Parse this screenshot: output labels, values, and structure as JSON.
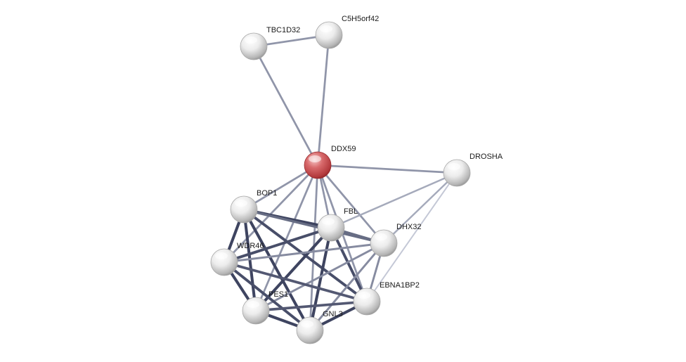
{
  "network": {
    "center_protein": "DDX59",
    "nodes": [
      {
        "id": "TBC1D32",
        "label": "TBC1D32",
        "color": "#d9d9d9"
      },
      {
        "id": "C5H5orf42",
        "label": "C5H5orf42",
        "color": "#d9d9d9"
      },
      {
        "id": "DDX59",
        "label": "DDX59",
        "color": "#c9474a"
      },
      {
        "id": "DROSHA",
        "label": "DROSHA",
        "color": "#d9d9d9"
      },
      {
        "id": "BOP1",
        "label": "BOP1",
        "color": "#d9d9d9"
      },
      {
        "id": "FBL",
        "label": "FBL",
        "color": "#d9d9d9"
      },
      {
        "id": "DHX32",
        "label": "DHX32",
        "color": "#d9d9d9"
      },
      {
        "id": "WDR46",
        "label": "WDR46",
        "color": "#d9d9d9"
      },
      {
        "id": "EBNA1BP2",
        "label": "EBNA1BP2",
        "color": "#d9d9d9"
      },
      {
        "id": "PES1",
        "label": "PES1",
        "color": "#d9d9d9"
      },
      {
        "id": "GNL3",
        "label": "GNL3",
        "color": "#d9d9d9"
      }
    ],
    "edges": [
      {
        "source": "TBC1D32",
        "target": "C5H5orf42",
        "strength": 0.55
      },
      {
        "source": "TBC1D32",
        "target": "DDX59",
        "strength": 0.55
      },
      {
        "source": "C5H5orf42",
        "target": "DDX59",
        "strength": 0.55
      },
      {
        "source": "DDX59",
        "target": "DROSHA",
        "strength": 0.55
      },
      {
        "source": "DDX59",
        "target": "BOP1",
        "strength": 0.55
      },
      {
        "source": "DDX59",
        "target": "FBL",
        "strength": 0.55
      },
      {
        "source": "DDX59",
        "target": "DHX32",
        "strength": 0.55
      },
      {
        "source": "DDX59",
        "target": "WDR46",
        "strength": 0.55
      },
      {
        "source": "DDX59",
        "target": "PES1",
        "strength": 0.55
      },
      {
        "source": "DDX59",
        "target": "GNL3",
        "strength": 0.55
      },
      {
        "source": "DDX59",
        "target": "EBNA1BP2",
        "strength": 0.55
      },
      {
        "source": "DROSHA",
        "target": "FBL",
        "strength": 0.45
      },
      {
        "source": "DROSHA",
        "target": "DHX32",
        "strength": 0.45
      },
      {
        "source": "DROSHA",
        "target": "EBNA1BP2",
        "strength": 0.3
      },
      {
        "source": "BOP1",
        "target": "FBL",
        "strength": 0.95
      },
      {
        "source": "BOP1",
        "target": "DHX32",
        "strength": 0.75
      },
      {
        "source": "BOP1",
        "target": "WDR46",
        "strength": 0.95
      },
      {
        "source": "BOP1",
        "target": "PES1",
        "strength": 0.95
      },
      {
        "source": "BOP1",
        "target": "GNL3",
        "strength": 0.95
      },
      {
        "source": "BOP1",
        "target": "EBNA1BP2",
        "strength": 0.9
      },
      {
        "source": "FBL",
        "target": "DHX32",
        "strength": 0.75
      },
      {
        "source": "FBL",
        "target": "WDR46",
        "strength": 0.9
      },
      {
        "source": "FBL",
        "target": "PES1",
        "strength": 0.95
      },
      {
        "source": "FBL",
        "target": "GNL3",
        "strength": 0.95
      },
      {
        "source": "FBL",
        "target": "EBNA1BP2",
        "strength": 0.9
      },
      {
        "source": "DHX32",
        "target": "WDR46",
        "strength": 0.6
      },
      {
        "source": "DHX32",
        "target": "PES1",
        "strength": 0.6
      },
      {
        "source": "DHX32",
        "target": "GNL3",
        "strength": 0.6
      },
      {
        "source": "DHX32",
        "target": "EBNA1BP2",
        "strength": 0.6
      },
      {
        "source": "WDR46",
        "target": "PES1",
        "strength": 0.95
      },
      {
        "source": "WDR46",
        "target": "GNL3",
        "strength": 0.9
      },
      {
        "source": "WDR46",
        "target": "EBNA1BP2",
        "strength": 0.85
      },
      {
        "source": "PES1",
        "target": "GNL3",
        "strength": 0.95
      },
      {
        "source": "PES1",
        "target": "EBNA1BP2",
        "strength": 0.85
      },
      {
        "source": "GNL3",
        "target": "EBNA1BP2",
        "strength": 0.95
      }
    ]
  }
}
